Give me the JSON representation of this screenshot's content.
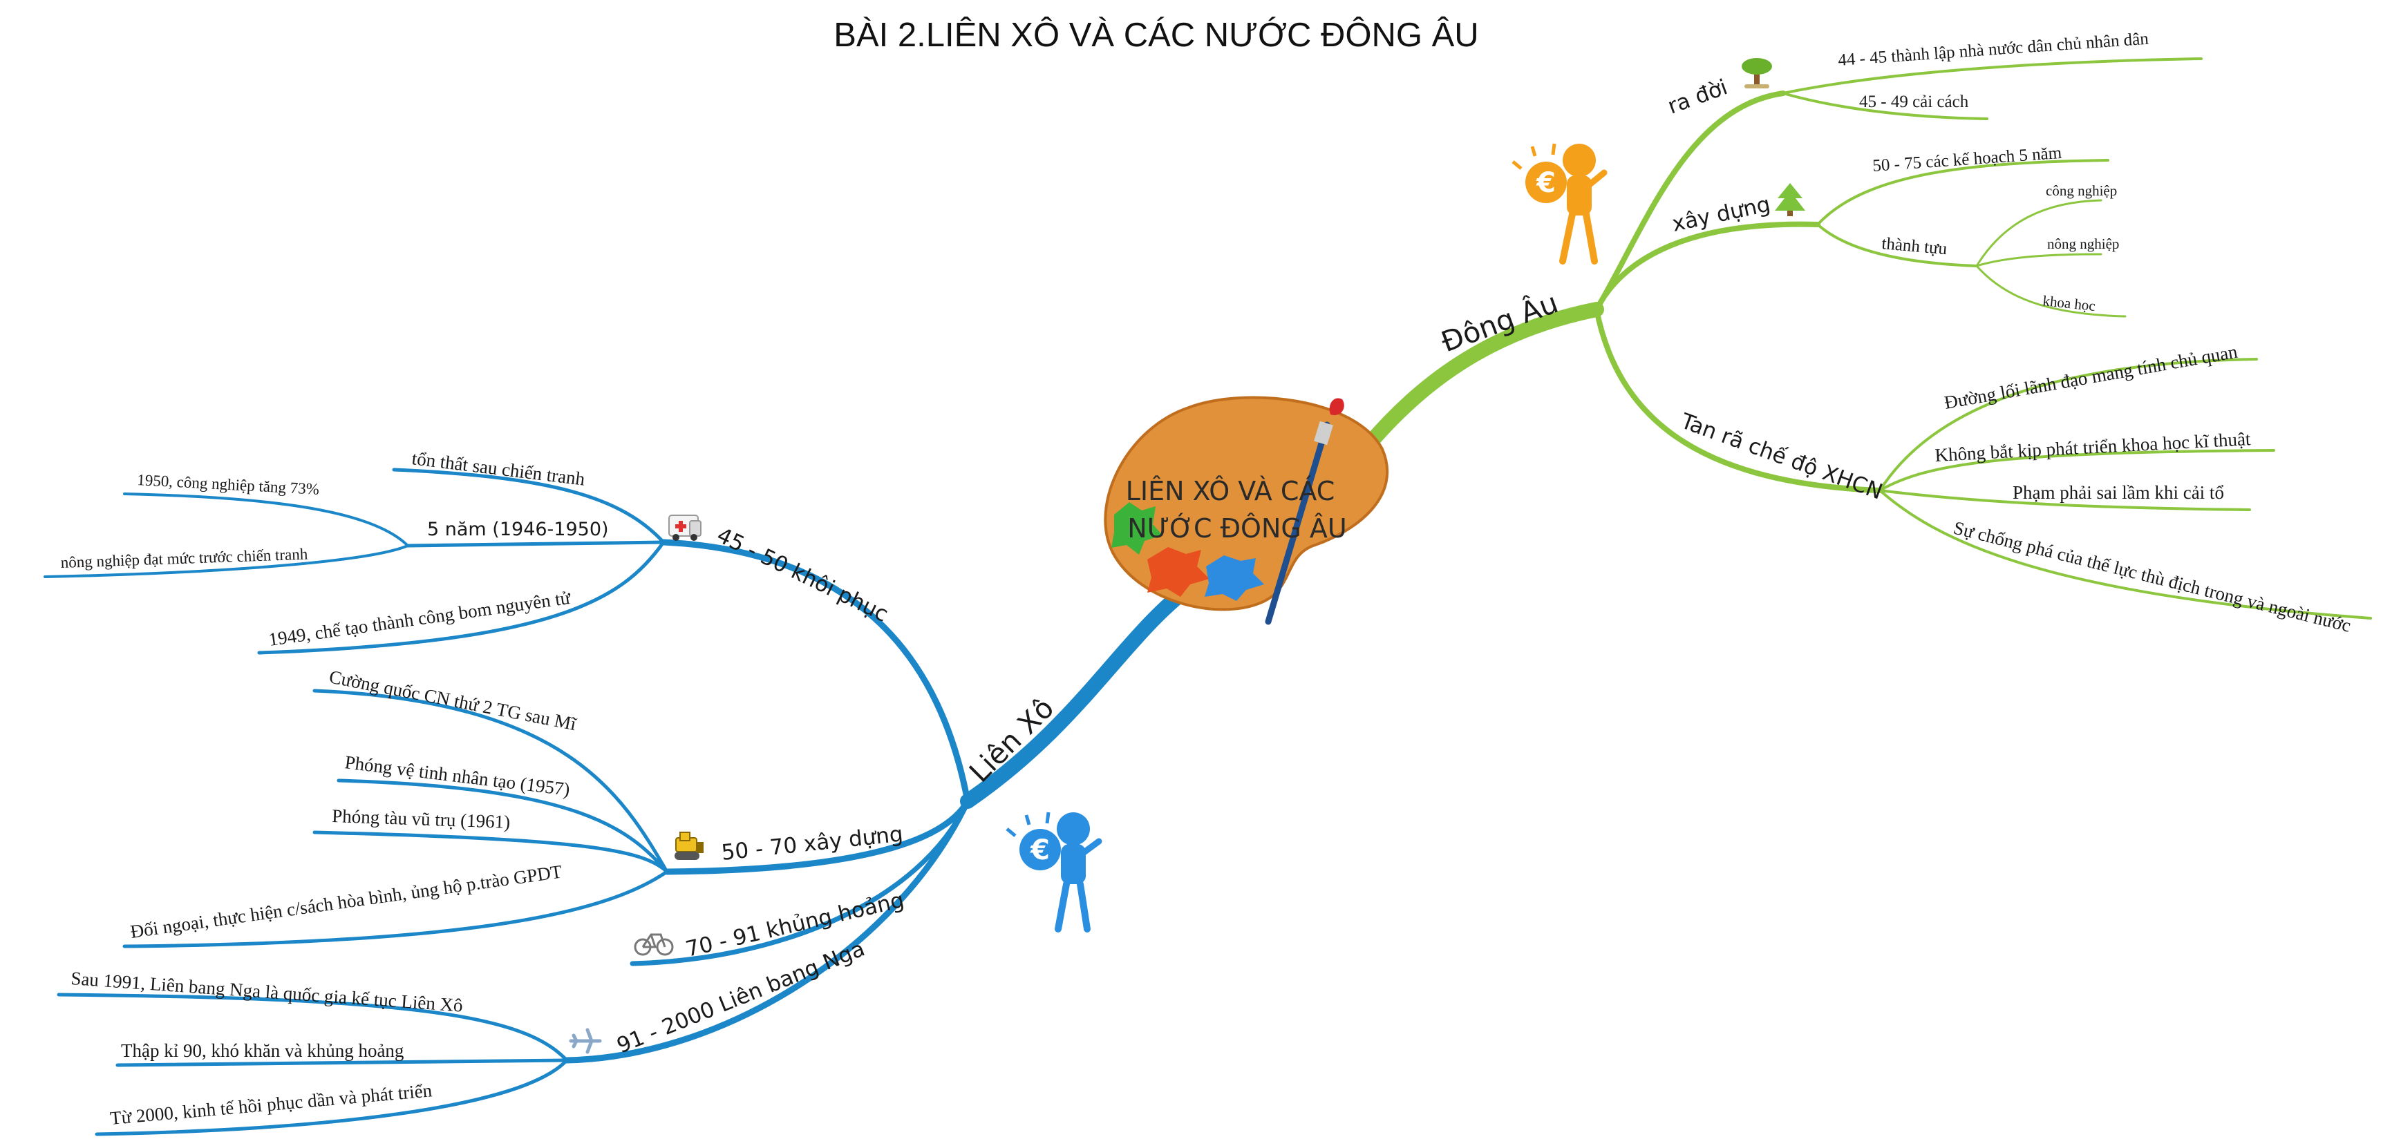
{
  "title": "BÀI 2.LIÊN XÔ VÀ CÁC NƯỚC ĐÔNG ÂU",
  "center": {
    "line1": "LIÊN XÔ VÀ CÁC",
    "line2": "NƯỚC ĐÔNG ÂU"
  },
  "colors": {
    "lien_xo": "#1b86c8",
    "dong_au": "#8cc63f",
    "palette": "#e0913a"
  },
  "lien_xo": {
    "label": "Liên Xô",
    "khoi_phuc": {
      "label": "45 - 50 khôi phục",
      "icon": "ambulance-icon",
      "ton_that": "tổn thất sau chiến tranh",
      "nam": "5 năm (1946-1950)",
      "cong_nghiep": "1950, công nghiệp tăng 73%",
      "nong_nghiep": "nông nghiệp đạt mức trước chiến tranh",
      "bom": "1949, chế tạo thành công bom nguyên tử"
    },
    "xay_dung": {
      "label": "50 - 70 xây dựng",
      "icon": "bulldozer-icon",
      "cuong_quoc": "Cường quốc CN thứ 2 TG sau Mĩ",
      "ve_tinh": "Phóng vệ tinh nhân tạo (1957)",
      "tau_vu_tru": "Phóng tàu vũ trụ (1961)",
      "doi_ngoai": "Đối ngoại, thực hiện c/sách hòa bình, ủng hộ p.trào GPDT"
    },
    "khung_hoang": {
      "label": "70 - 91 khủng hoảng",
      "icon": "bicycle-icon"
    },
    "lien_bang_nga": {
      "label": "91 - 2000 Liên bang Nga",
      "icon": "airplane-icon",
      "sau_1991": "Sau 1991, Liên bang Nga là quốc gia kế tục Liên Xô",
      "thap_ki_90": "Thập kỉ 90, khó khăn và khủng hoảng",
      "tu_2000": "Từ 2000, kinh tế hồi phục dần và phát triển"
    }
  },
  "dong_au": {
    "label": "Đông Âu",
    "ra_doi": {
      "label": "ra đời",
      "icon": "tree-icon",
      "thanh_lap": "44 - 45 thành lập nhà nước dân chủ nhân dân",
      "cai_cach": "45 - 49 cải cách"
    },
    "xay_dung": {
      "label": "xây dựng",
      "icon": "pine-tree-icon",
      "ke_hoach": "50 - 75 các kế hoạch 5 năm",
      "thanh_tuu": "thành tựu",
      "cong_nghiep": "công nghiệp",
      "nong_nghiep": "nông nghiệp",
      "khoa_hoc": "khoa học"
    },
    "tan_ra": {
      "label": "Tan rã chế độ XHCN",
      "duong_loi": "Đường lối lãnh đạo mang tính chủ quan",
      "khong_bat_kip": "Không bắt kịp phát triển khoa học kĩ thuật",
      "pham_phai": "Phạm phải sai lầm khi cải tổ",
      "su_chong_pha": "Sự chống phá của thế lực thù địch trong và ngoài nước"
    }
  }
}
